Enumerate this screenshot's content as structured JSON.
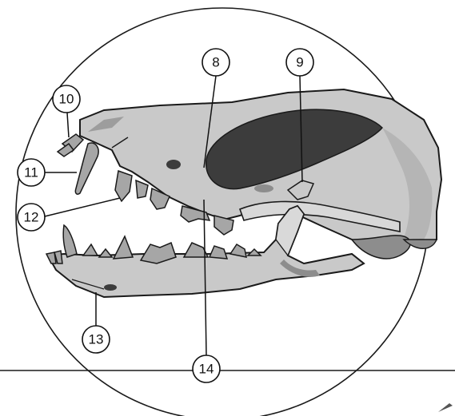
{
  "figure": {
    "subject": "skull-lateral-view",
    "colors": {
      "background": "#ffffff",
      "frame": "#1a1a1a",
      "bone": "#c9c9c9",
      "bone_shadow": "#8d8d8d",
      "cavity": "#3c3c3c",
      "teeth": "#a6a6a6",
      "outline": "#1a1a1a"
    }
  },
  "callouts": [
    {
      "id": "8",
      "label": "8"
    },
    {
      "id": "9",
      "label": "9"
    },
    {
      "id": "10",
      "label": "10"
    },
    {
      "id": "11",
      "label": "11"
    },
    {
      "id": "12",
      "label": "12"
    },
    {
      "id": "13",
      "label": "13"
    },
    {
      "id": "14",
      "label": "14"
    }
  ]
}
